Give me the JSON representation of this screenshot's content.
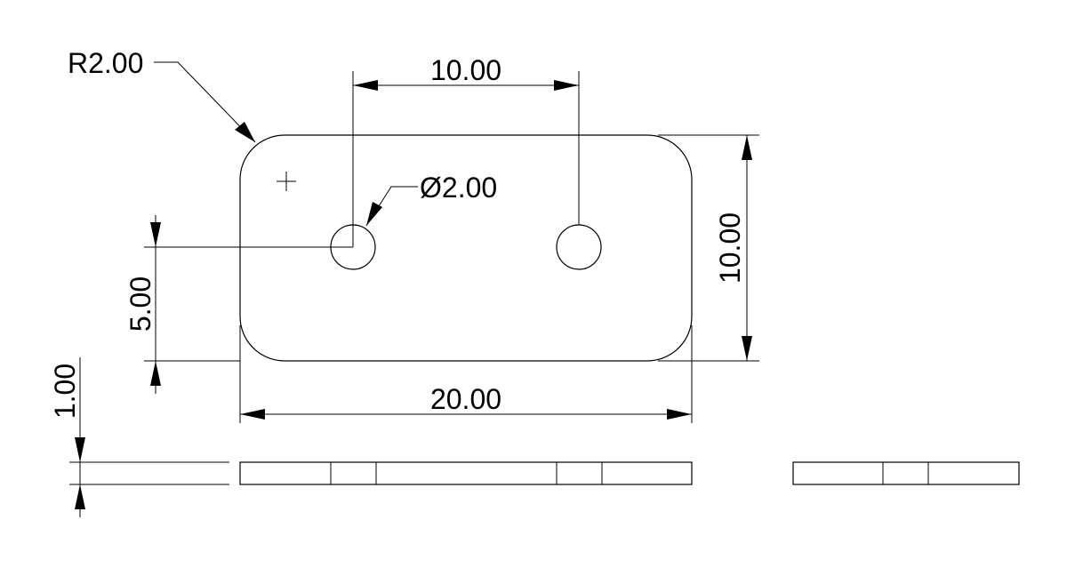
{
  "drawing": {
    "title": "",
    "dimensions": {
      "corner_radius": "R2.00",
      "hole_spacing": "10.00",
      "hole_diameter": "Ø2.00",
      "height": "10.00",
      "hole_offset": "5.00",
      "width": "20.00",
      "thickness": "1.00"
    }
  }
}
